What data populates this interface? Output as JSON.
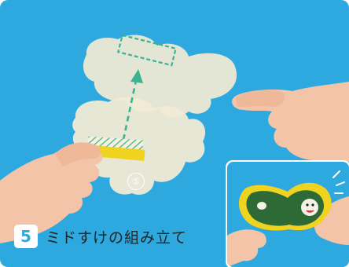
{
  "step": {
    "number": "5",
    "title": "ミドすけの組み立て",
    "part_marker": "⑤"
  },
  "colors": {
    "background": "#2ea9e0",
    "paper": "#f2ecd6",
    "guide": "#3bb391",
    "strip": "#f0d31e",
    "character_green": "#2e6a35"
  }
}
